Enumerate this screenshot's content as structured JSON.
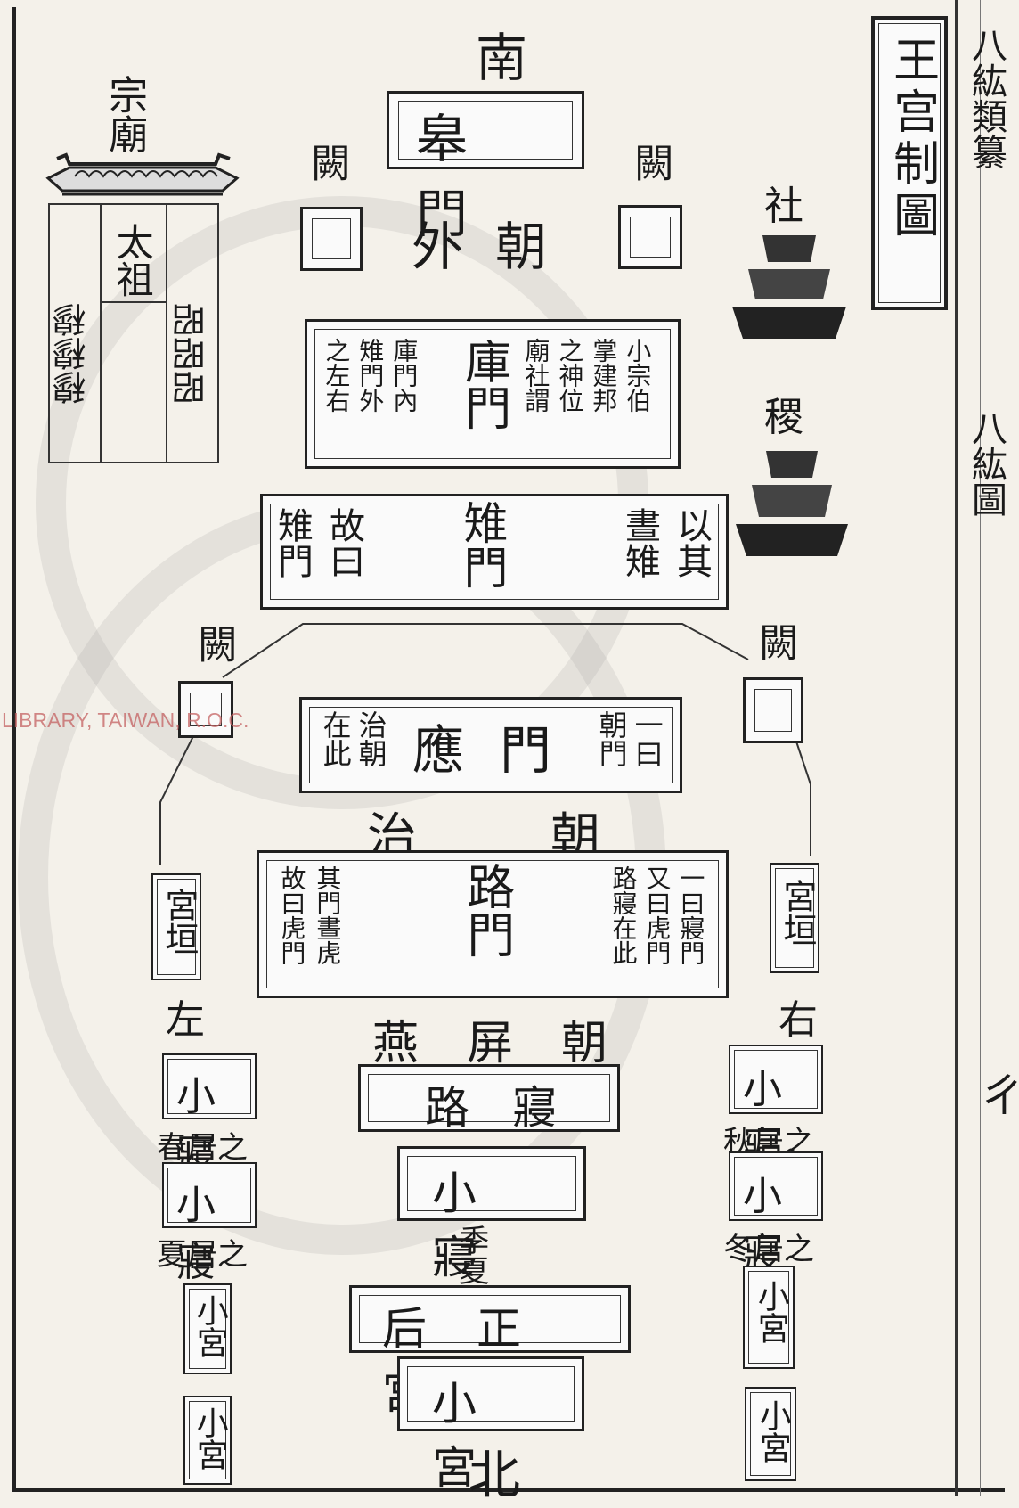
{
  "direction": {
    "south": "南",
    "north": "北",
    "left": "左",
    "right": "右"
  },
  "title": "王宫制圖",
  "spine_top": "八紘類纂",
  "spine_bottom": "八紘圖",
  "spine_mark": "ㄔ",
  "zongmiao": {
    "label": "宗廟",
    "taizu": "太祖",
    "zhao": "昭昭昭",
    "mu": "穆穆穆"
  },
  "sheji": {
    "she": "社",
    "ji": "稷"
  },
  "que": "闕",
  "gao_men": "皋門",
  "wai_chao": "外朝",
  "ku_men": {
    "name": "庫門",
    "note_right": [
      "小宗伯",
      "掌建邦",
      "之神位",
      "廟社謂"
    ],
    "note_left": [
      "庫門內",
      "雉門外",
      "之左右"
    ]
  },
  "zhi_men": {
    "name": "雉門",
    "note_right": [
      "以其",
      "晝雉"
    ],
    "note_left": [
      "故曰",
      "雉門"
    ]
  },
  "ying_men": {
    "name": "應門",
    "note_right": [
      "一曰",
      "朝門"
    ],
    "note_left": [
      "治朝",
      "在此"
    ]
  },
  "zhi_chao": "治朝",
  "lu_men": {
    "name": "路門",
    "note_right": [
      "一曰寢門",
      "又曰虎門",
      "路寢在此"
    ],
    "note_left": [
      "其門晝虎",
      "故曰虎門"
    ]
  },
  "gong_yuan": "宮垣",
  "yan_chao": "燕屏朝",
  "lu_qin": "路寢",
  "xiao_qin": "小寢",
  "ji_xia": "季夏居之",
  "hou_zheng_gong": "后正宮",
  "xiao_gong": "小宮",
  "chun": "春居之",
  "xia": "夏居之",
  "qiu": "秋居之",
  "dong": "冬居之",
  "watermark": "LIBRARY, TAIWAN, R.O.C."
}
